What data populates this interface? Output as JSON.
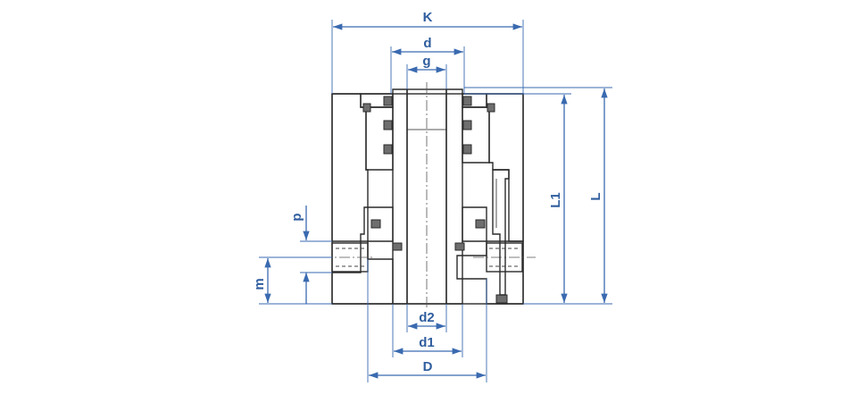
{
  "title": "",
  "colors": {
    "dimension": "#3a6ab0",
    "dimension_text": "#2f5d9e",
    "outline": "#2a2a2a",
    "seal": "#6e6e6e",
    "background": "#ffffff"
  },
  "dimensions": {
    "K": "K",
    "d": "d",
    "g": "g",
    "L1": "L1",
    "L": "L",
    "p": "p",
    "m": "m",
    "d2": "d2",
    "d1": "d1",
    "D": "D"
  }
}
